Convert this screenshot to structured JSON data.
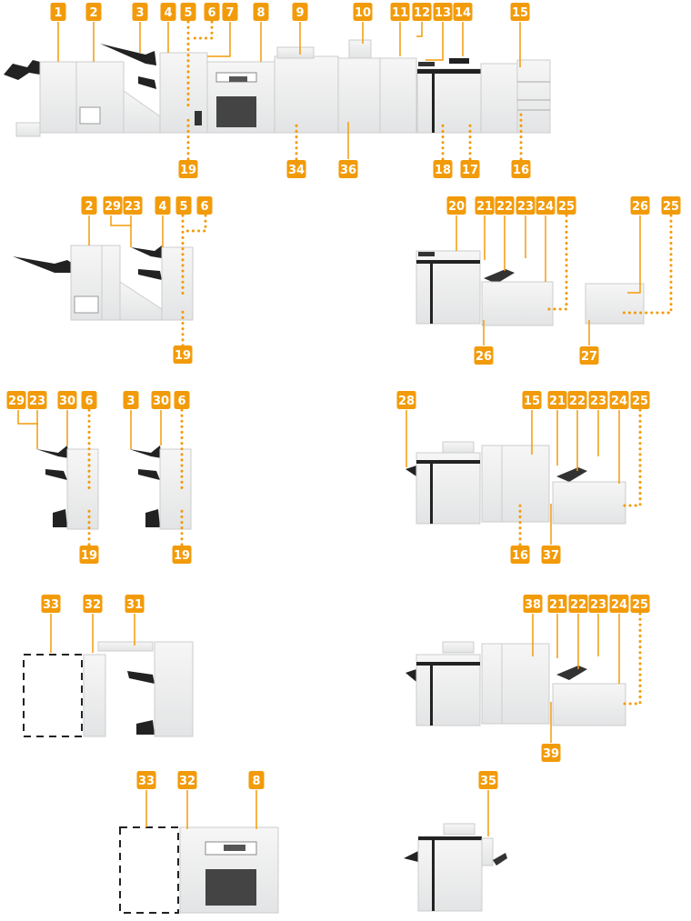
{
  "diagram": {
    "title": "Parts and Their Functions - Optional Equipment Configurations",
    "colors": {
      "badge": "#F29B0A",
      "badge_text": "#FFFFFF",
      "leader": "#F29B0A",
      "machine_body": "#EEEFEF",
      "machine_edge": "#C9CBCC",
      "machine_dark": "#2A2A2A",
      "dashed_outline": "#222222"
    },
    "panels": [
      {
        "id": "full-system",
        "callouts": [
          "1",
          "2",
          "3",
          "4",
          "5",
          "6",
          "7",
          "8",
          "9",
          "10",
          "11",
          "12",
          "13",
          "14",
          "15",
          "19",
          "34",
          "36",
          "18",
          "17",
          "16"
        ]
      },
      {
        "id": "booklet-finisher-config",
        "callouts": [
          "2",
          "29",
          "23",
          "4",
          "5",
          "6",
          "19"
        ]
      },
      {
        "id": "paper-deck-config",
        "callouts": [
          "20",
          "21",
          "22",
          "23",
          "24",
          "25",
          "26",
          "25",
          "26",
          "27"
        ]
      },
      {
        "id": "stapler-finisher-config-a",
        "callouts": [
          "29",
          "23",
          "30",
          "6",
          "19"
        ]
      },
      {
        "id": "stapler-finisher-config-b",
        "callouts": [
          "3",
          "30",
          "6",
          "19"
        ]
      },
      {
        "id": "multi-drawer-deck-config",
        "callouts": [
          "28",
          "15",
          "21",
          "22",
          "23",
          "24",
          "25",
          "16",
          "37"
        ]
      },
      {
        "id": "inserter-config",
        "callouts": [
          "33",
          "32",
          "31"
        ]
      },
      {
        "id": "pod-deck-config",
        "callouts": [
          "38",
          "21",
          "22",
          "23",
          "24",
          "25",
          "39"
        ]
      },
      {
        "id": "stacker-config",
        "callouts": [
          "33",
          "32",
          "8"
        ]
      },
      {
        "id": "copy-tray-config",
        "callouts": [
          "35"
        ]
      }
    ]
  }
}
